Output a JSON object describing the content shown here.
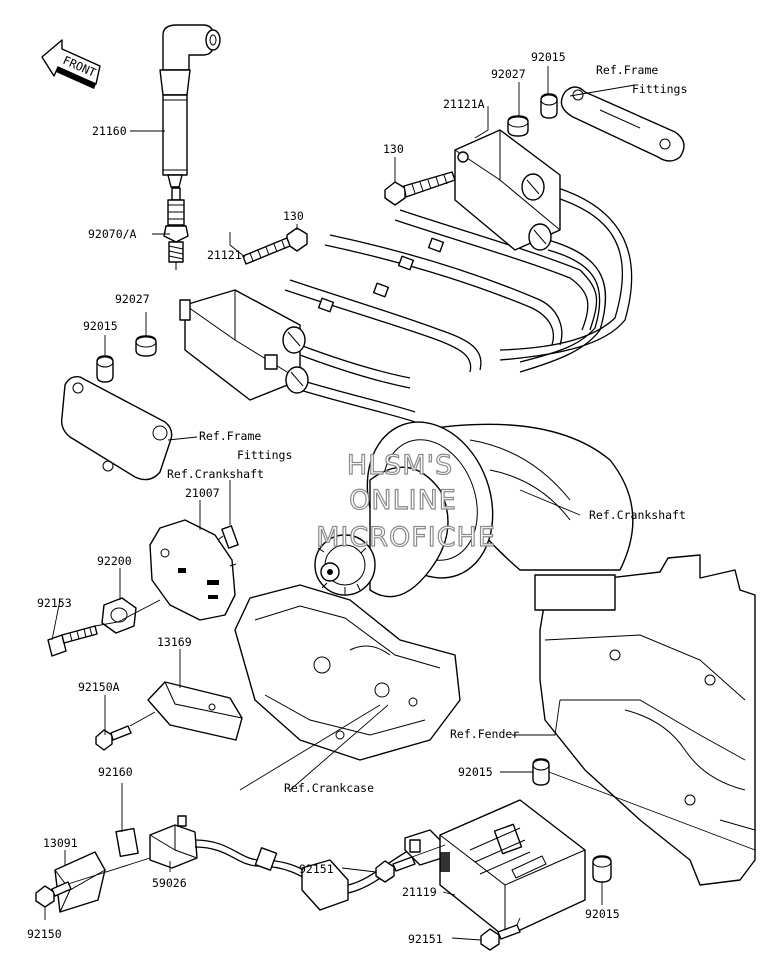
{
  "diagram": {
    "front_arrow": "FRONT",
    "watermark": [
      "HLSM'S",
      "ONLINE",
      "MICROFICHE"
    ],
    "labels": [
      {
        "id": "lbl-21160",
        "text": "21160"
      },
      {
        "id": "lbl-92070a",
        "text": "92070/A"
      },
      {
        "id": "lbl-92027-top",
        "text": "92027"
      },
      {
        "id": "lbl-92015-top",
        "text": "92015"
      },
      {
        "id": "lbl-ref-frame-top-1",
        "text": "Ref.Frame"
      },
      {
        "id": "lbl-ref-frame-top-2",
        "text": "Fittings"
      },
      {
        "id": "lbl-21121a",
        "text": "21121A"
      },
      {
        "id": "lbl-130-top",
        "text": "130"
      },
      {
        "id": "lbl-130-mid",
        "text": "130"
      },
      {
        "id": "lbl-21121",
        "text": "21121"
      },
      {
        "id": "lbl-92027-left",
        "text": "92027"
      },
      {
        "id": "lbl-92015-left",
        "text": "92015"
      },
      {
        "id": "lbl-ref-frame-left-1",
        "text": "Ref.Frame"
      },
      {
        "id": "lbl-ref-frame-left-2",
        "text": "Fittings"
      },
      {
        "id": "lbl-ref-crankshaft-1",
        "text": "Ref.Crankshaft"
      },
      {
        "id": "lbl-21007",
        "text": "21007"
      },
      {
        "id": "lbl-ref-crankshaft-2",
        "text": "Ref.Crankshaft"
      },
      {
        "id": "lbl-92200",
        "text": "92200"
      },
      {
        "id": "lbl-92153",
        "text": "92153"
      },
      {
        "id": "lbl-13169",
        "text": "13169"
      },
      {
        "id": "lbl-92150a",
        "text": "92150A"
      },
      {
        "id": "lbl-ref-fender",
        "text": "Ref.Fender"
      },
      {
        "id": "lbl-92015-right",
        "text": "92015"
      },
      {
        "id": "lbl-92160",
        "text": "92160"
      },
      {
        "id": "lbl-13091",
        "text": "13091"
      },
      {
        "id": "lbl-ref-crankcase",
        "text": "Ref.Crankcase"
      },
      {
        "id": "lbl-59026",
        "text": "59026"
      },
      {
        "id": "lbl-92151-mid",
        "text": "92151"
      },
      {
        "id": "lbl-21119",
        "text": "21119"
      },
      {
        "id": "lbl-92015-bottom",
        "text": "92015"
      },
      {
        "id": "lbl-92150",
        "text": "92150"
      },
      {
        "id": "lbl-92151-bottom",
        "text": "92151"
      }
    ]
  }
}
